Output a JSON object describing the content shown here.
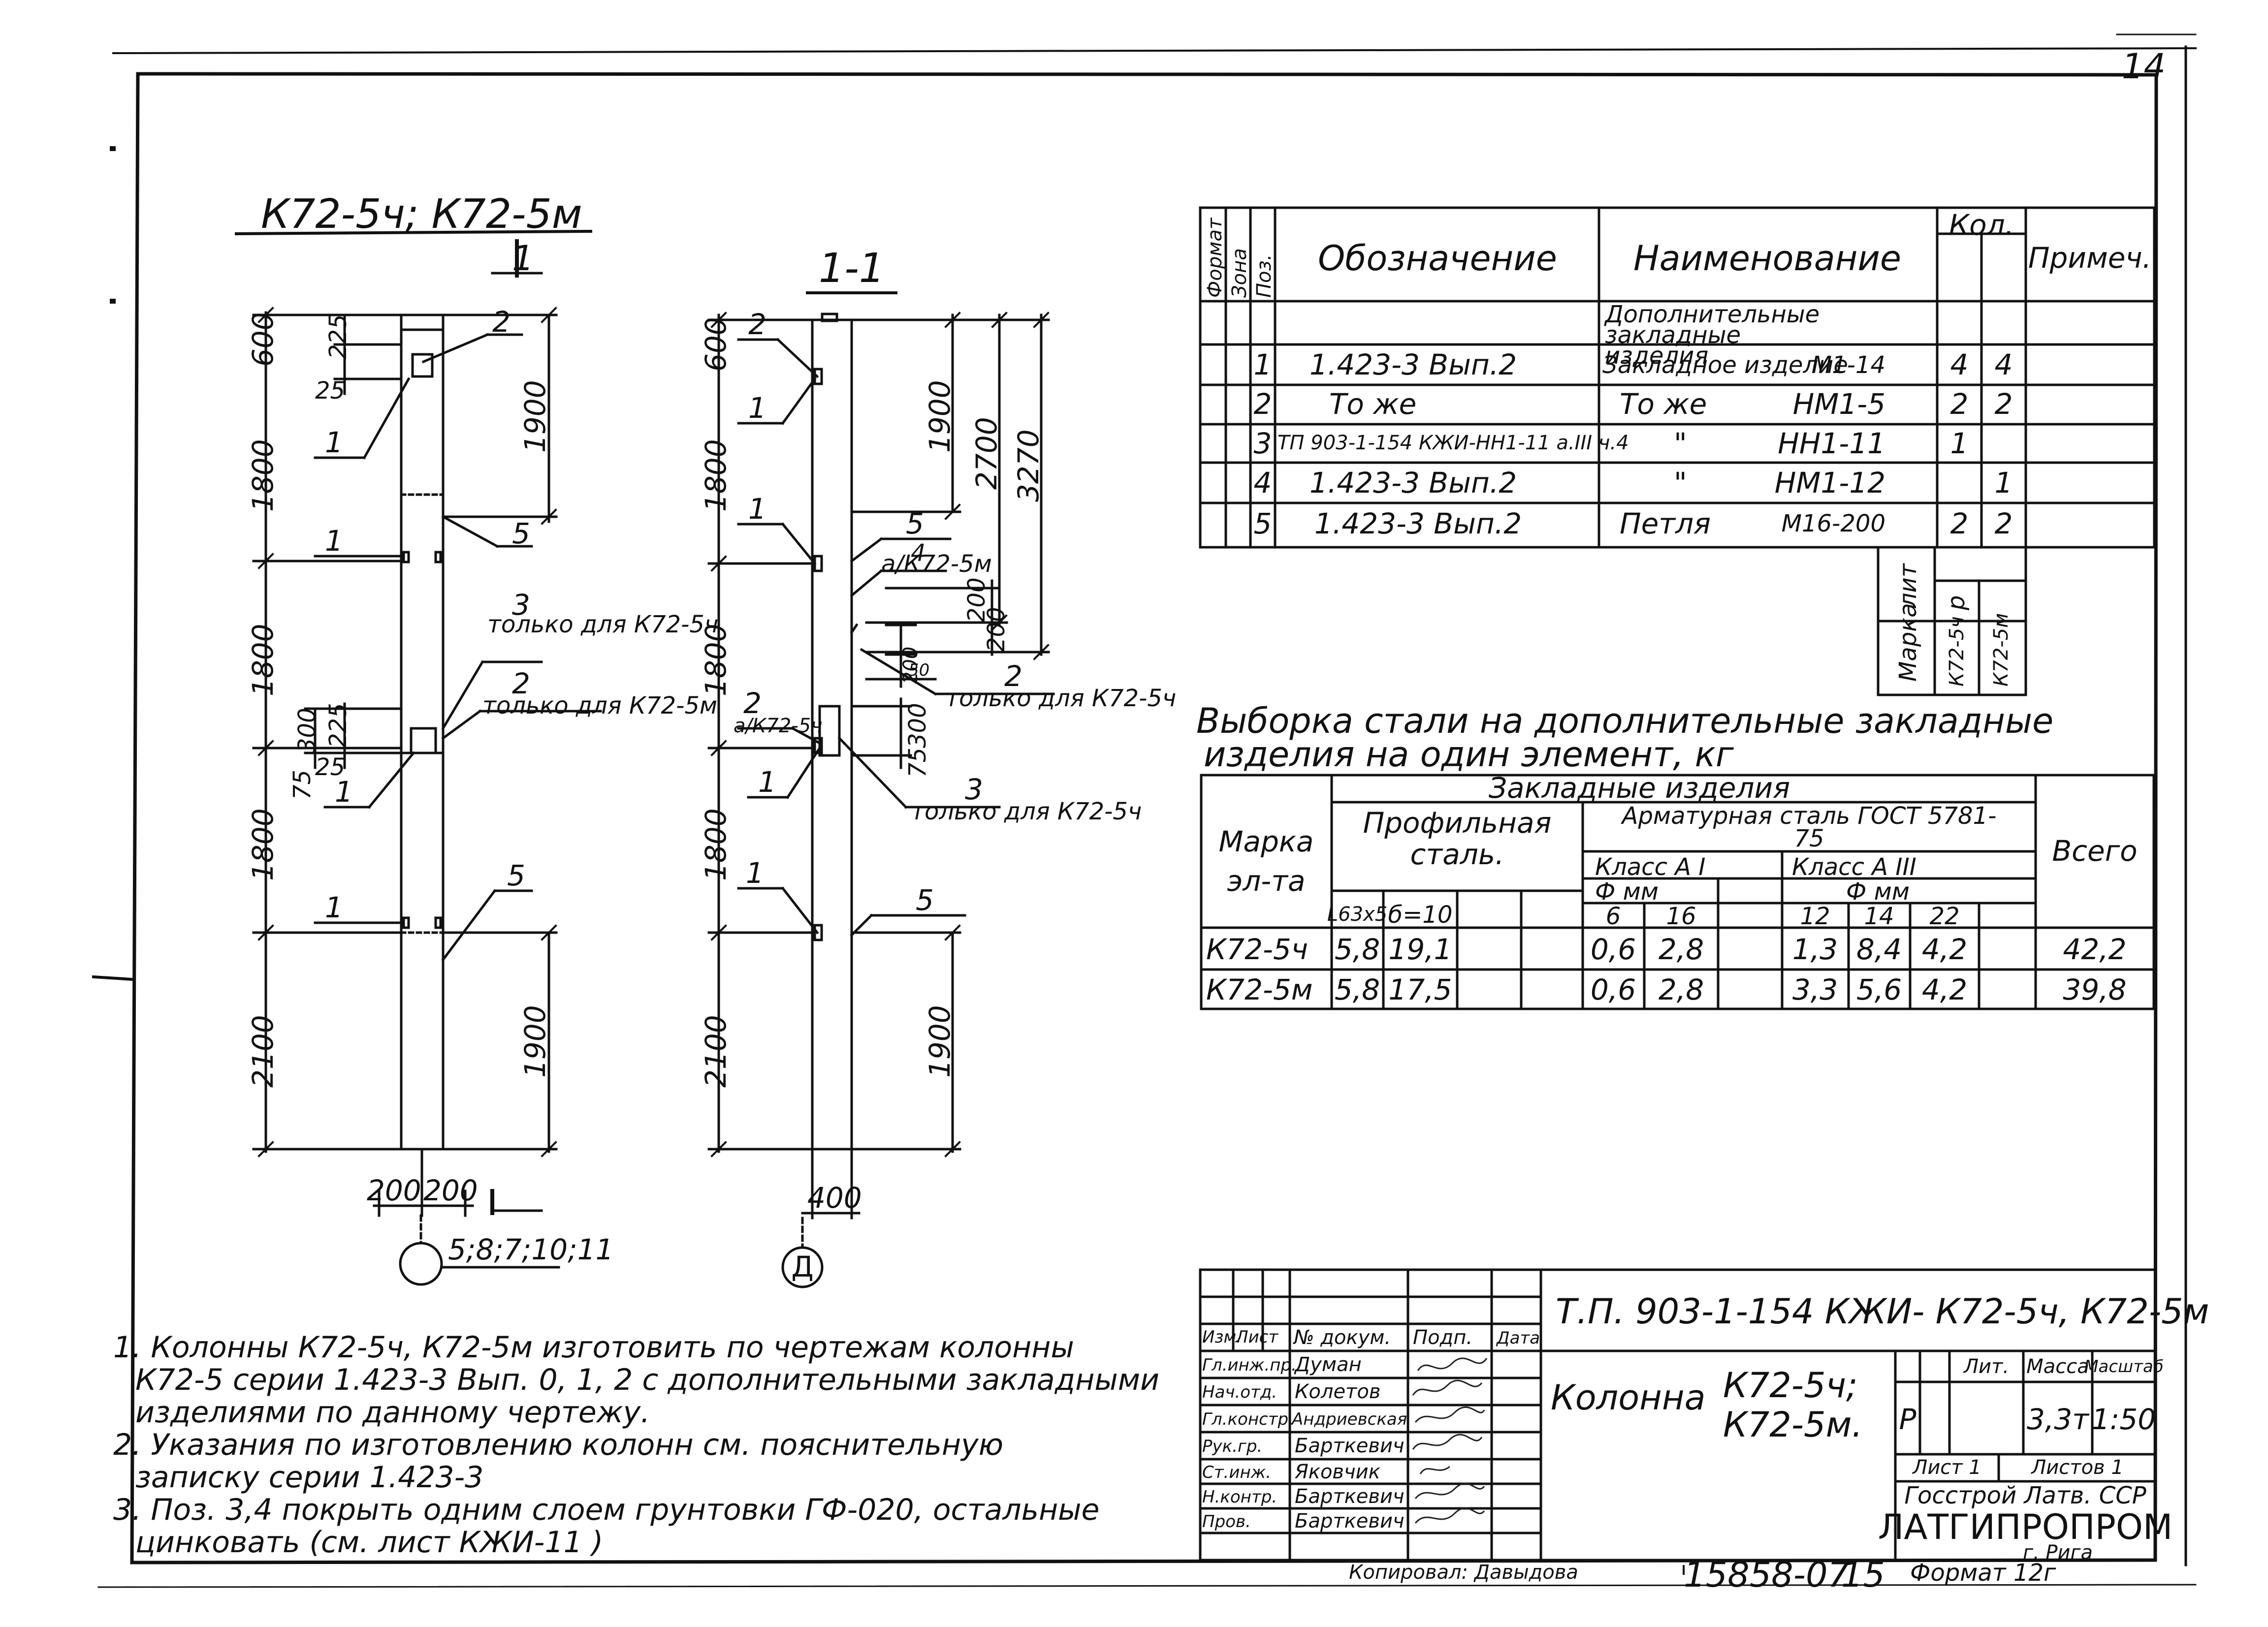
{
  "page": {
    "number": "14"
  },
  "drawing": {
    "title": "К72-5ч; К72-5м",
    "section_mark": "1",
    "section_title": "1-1",
    "left_view": {
      "dims_left": [
        "600",
        "1800",
        "1800",
        "1800",
        "2100"
      ],
      "dims_small": [
        "225",
        "25",
        "300",
        "225",
        "25",
        "75"
      ],
      "dims_right": [
        "1900",
        "1900"
      ],
      "callouts": [
        "2",
        "1",
        "5",
        "1",
        "2",
        "1",
        "1",
        "5"
      ],
      "note_3": "3",
      "note_3_text": "только для К72-5ч",
      "note_2": "2",
      "note_2_text": "только для К72-5м",
      "bottom_dims": [
        "200",
        "200"
      ],
      "axis_refs": "5;8;7;10;11"
    },
    "right_view": {
      "dims_left": [
        "600",
        "1800",
        "1800",
        "1800",
        "2100"
      ],
      "dims_right": [
        "1900",
        "2700",
        "3270",
        "1900"
      ],
      "dims_small": [
        "200",
        "200",
        "50",
        "300",
        "75"
      ],
      "callouts": [
        "2",
        "1",
        "1",
        "5",
        "2",
        "1",
        "1",
        "5",
        "4",
        "2",
        "3"
      ],
      "note_4": "а/К72-5м",
      "note_2a": "а/К72-5ч",
      "note_2_text": "только для К72-5ч",
      "note_3_text": "только для К72-5ч",
      "bottom_dim": "400",
      "axis": "Д"
    }
  },
  "spec_table": {
    "headers": {
      "format": "Формат",
      "zone": "Зона",
      "pos": "Поз.",
      "designation": "Обозначение",
      "name": "Наименование",
      "qty": "Кол.",
      "note": "Примеч."
    },
    "group": "Дополнительные закладные изделия",
    "rows": [
      {
        "pos": "1",
        "designation": "1.423-3 Вып.2",
        "name": "Закладное изделие",
        "code": "М1-14",
        "q1": "4",
        "q2": "4"
      },
      {
        "pos": "2",
        "designation": "То же",
        "name": "То же",
        "code": "НМ1-5",
        "q1": "2",
        "q2": "2"
      },
      {
        "pos": "3",
        "designation": "ТП 903-1-154 КЖИ-НН1-11 а.III ч.4",
        "name": "\"",
        "code": "НН1-11",
        "q1": "1",
        "q2": ""
      },
      {
        "pos": "4",
        "designation": "1.423-3 Вып.2",
        "name": "\"",
        "code": "НМ1-12",
        "q1": "",
        "q2": "1"
      },
      {
        "pos": "5",
        "designation": "1.423-3 Вып.2",
        "name": "Петля",
        "code": "М16-200",
        "q1": "2",
        "q2": "2"
      }
    ],
    "sub": {
      "lit": "лит",
      "lit_value": "р",
      "marka": "Марка",
      "m1": "К72-5ч",
      "m2": "К72-5м"
    }
  },
  "steel": {
    "title_line1": "Выборка стали на дополнительные закладные",
    "title_line2": "изделия на один элемент, кг",
    "h_embedded": "Закладные изделия",
    "h_mark": "Марка эл-та",
    "h_profile": "Профильная сталь.",
    "h_rebar": "Арматурная сталь ГОСТ 5781-75",
    "h_total": "Всего",
    "h_class_a1": "Класс А I",
    "h_class_a3": "Класс А III",
    "h_dia": "Ф мм",
    "sub_cols": [
      "L63x5",
      "б=10",
      "6",
      "16",
      "12",
      "14",
      "22"
    ],
    "rows": [
      {
        "mark": "К72-5ч",
        "v": [
          "5,8",
          "19,1",
          "0,6",
          "2,8",
          "1,3",
          "8,4",
          "4,2"
        ],
        "total": "42,2"
      },
      {
        "mark": "К72-5м",
        "v": [
          "5,8",
          "17,5",
          "0,6",
          "2,8",
          "3,3",
          "5,6",
          "4,2"
        ],
        "total": "39,8"
      }
    ]
  },
  "notes": {
    "n1": "1. Колонны К72-5ч, К72-5м изготовить по чертежам колонны",
    "n1b": "К72-5 серии 1.423-3 Вып. 0, 1, 2 с дополнительными закладными",
    "n1c": "изделиями по данному чертежу.",
    "n2": "2. Указания по изготовлению колонн см. пояснительную",
    "n2b": "записку серии 1.423-3",
    "n3": "3. Поз. 3,4 покрыть одним слоем грунтовки ГФ-020, остальные",
    "n3b": "цинковать (см. лист КЖИ-11 )"
  },
  "title_block": {
    "code": "Т.П. 903-1-154 КЖИ- К72-5ч, К72-5м",
    "name_label": "Колонна",
    "name_1": "К72-5ч;",
    "name_2": "К72-5м.",
    "h_izm": "Изм.",
    "h_list": "Лист",
    "h_doc": "№ докум.",
    "h_sign": "Подп.",
    "h_date": "Дата",
    "roles": [
      "Гл.инж.пр.",
      "Нач.отд.",
      "Гл.констр.",
      "Рук.гр.",
      "Ст.инж.",
      "Н.контр.",
      "Пров."
    ],
    "names": [
      "Думан",
      "Колетов",
      "Андриевская",
      "Барткевич",
      "Яковчик",
      "Барткевич",
      "Барткевич"
    ],
    "h_lit": "Лит.",
    "h_mass": "Масса",
    "h_scale": "Масштаб",
    "lit": "Р",
    "mass": "3,3т",
    "scale": "1:50",
    "sheet": "Лист 1",
    "sheets": "Листов 1",
    "org1": "Госстрой Латв. ССР",
    "org2": "ЛАТГИПРОПРОМ",
    "org3": "г. Рига"
  },
  "footer": {
    "copied": "Копировал: Давыдова",
    "number": "15858-07",
    "page": "15",
    "format": "Формат 12г"
  }
}
